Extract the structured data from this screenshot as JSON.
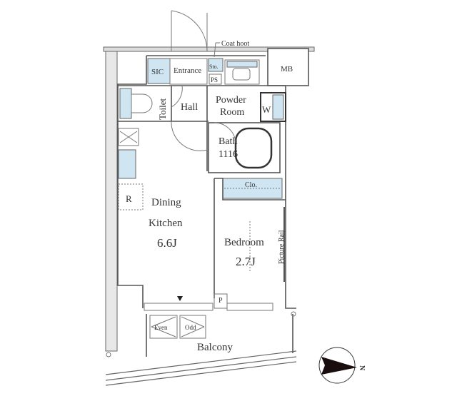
{
  "rooms": {
    "coat_hook": "Coat hoot",
    "sic": "SIC",
    "entrance": "Entrance",
    "storage": "Sto.",
    "ps": "PS",
    "mb": "MB",
    "toilet": "Toilet",
    "hall": "Hall",
    "powder_room_line1": "Powder",
    "powder_room_line2": "Room",
    "washer": "W",
    "bath_line1": "Bath",
    "bath_line2": "1116",
    "closet": "Clo.",
    "refrigerator": "R",
    "dining_line1": "Dining",
    "dining_line2": "Kitchen",
    "dining_size": "6.6J",
    "bedroom": "Bedroom",
    "bedroom_size": "2.7J",
    "picture_rail": "Picture Rail",
    "pipe": "P",
    "even": "Even",
    "odd": "Odd",
    "balcony": "Balcony"
  },
  "compass": {
    "label": "N"
  },
  "colors": {
    "fixture": "#cfe6f2",
    "wall": "#555555"
  }
}
